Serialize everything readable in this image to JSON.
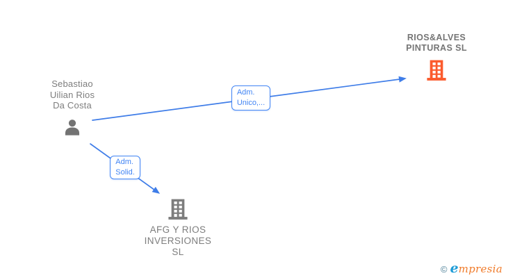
{
  "diagram": {
    "background": "#ffffff",
    "edge_color": "#3F7DE8",
    "label_color": "#4285F4",
    "person": {
      "name": "Sebastiao\nUilian Rios\nDa Costa",
      "icon": "person-icon",
      "color": "#737373"
    },
    "companies": [
      {
        "name": "RIOS&ALVES\nPINTURAS  SL",
        "icon": "building-icon",
        "color": "#FB5B2D"
      },
      {
        "name": "AFG Y RIOS\nINVERSIONES\nSL",
        "icon": "building-icon",
        "color": "#7d7d7d"
      }
    ],
    "edges": [
      {
        "label": "Adm.\nUnico,...",
        "from": "Sebastiao Uilian Rios Da Costa",
        "to": "RIOS&ALVES PINTURAS SL"
      },
      {
        "label": "Adm.\nSolid.",
        "from": "Sebastiao Uilian Rios Da Costa",
        "to": "AFG Y RIOS INVERSIONES SL"
      }
    ]
  },
  "footer": {
    "copyright": "©",
    "brand_e": "e",
    "brand_rest": "mpresia",
    "copyright_color": "#4A7F96",
    "brand_e_color": "#1E9CD7",
    "brand_rest_color": "#F07B2A"
  }
}
